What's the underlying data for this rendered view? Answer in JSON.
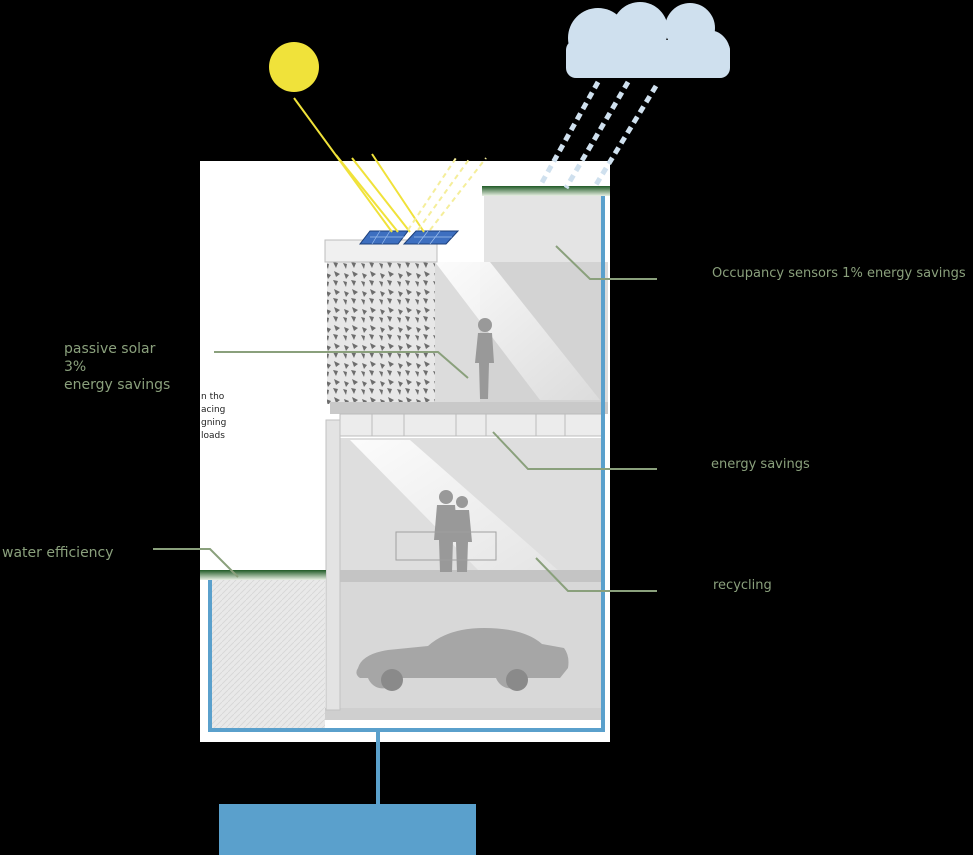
{
  "labels": {
    "passive_solar": [
      "passive solar",
      "3%",
      "energy savings"
    ],
    "occupancy": "Occupancy sensors 1% energy savings",
    "energy_savings": "energy savings",
    "recycling": "recycling",
    "water_efficiency": "water efficiency"
  },
  "text_fragments": [
    "n tho",
    "acing",
    "gning",
    "loads"
  ],
  "colors": {
    "background": "#000000",
    "label": "#8aa07c",
    "leader": "#8aa07c",
    "sun": "#f0e23a",
    "cloud": "#cfe0ee",
    "water": "#5aa0cc",
    "green_roof": "#2d6b33"
  },
  "icons": [
    "sun-icon",
    "cloud-icon",
    "rain-icon",
    "solar-panel-icon",
    "car-icon",
    "people-icon",
    "water-tank-icon"
  ]
}
